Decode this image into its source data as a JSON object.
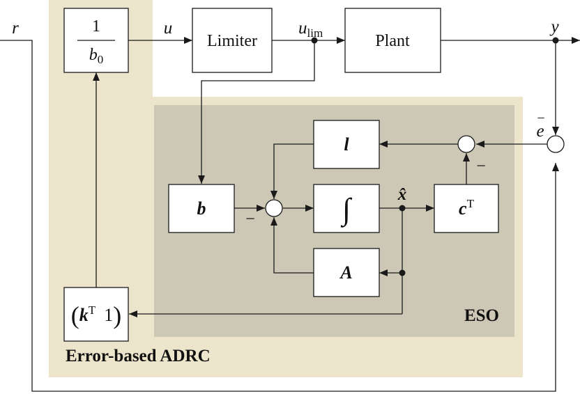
{
  "colors": {
    "outer_region": "#ece5cc",
    "eso_region": "#cdc8b5",
    "line": "#1a1a1a",
    "block_fill": "#ffffff"
  },
  "signals": {
    "r": "r",
    "u": "u",
    "u_lim_main": "u",
    "u_lim_sub": "lim",
    "y": "y",
    "e": "e",
    "e_bar": "−",
    "x_hat": "x̂"
  },
  "blocks": {
    "gain_inv_b0": {
      "numerator": "1",
      "denominator_main": "b",
      "denominator_sub": "0"
    },
    "limiter": "Limiter",
    "plant": "Plant",
    "l": "l",
    "b": "b",
    "integrator": "∫",
    "c_main": "c",
    "c_sup": "T",
    "A": "A",
    "k_open": "(",
    "k_main": "k",
    "k_sup": "T",
    "k_one": "1",
    "k_close": ")"
  },
  "signs": {
    "minus_b": "−",
    "minus_c": "−"
  },
  "regions": {
    "outer_label": "Error-based ADRC",
    "eso_label": "ESO"
  }
}
